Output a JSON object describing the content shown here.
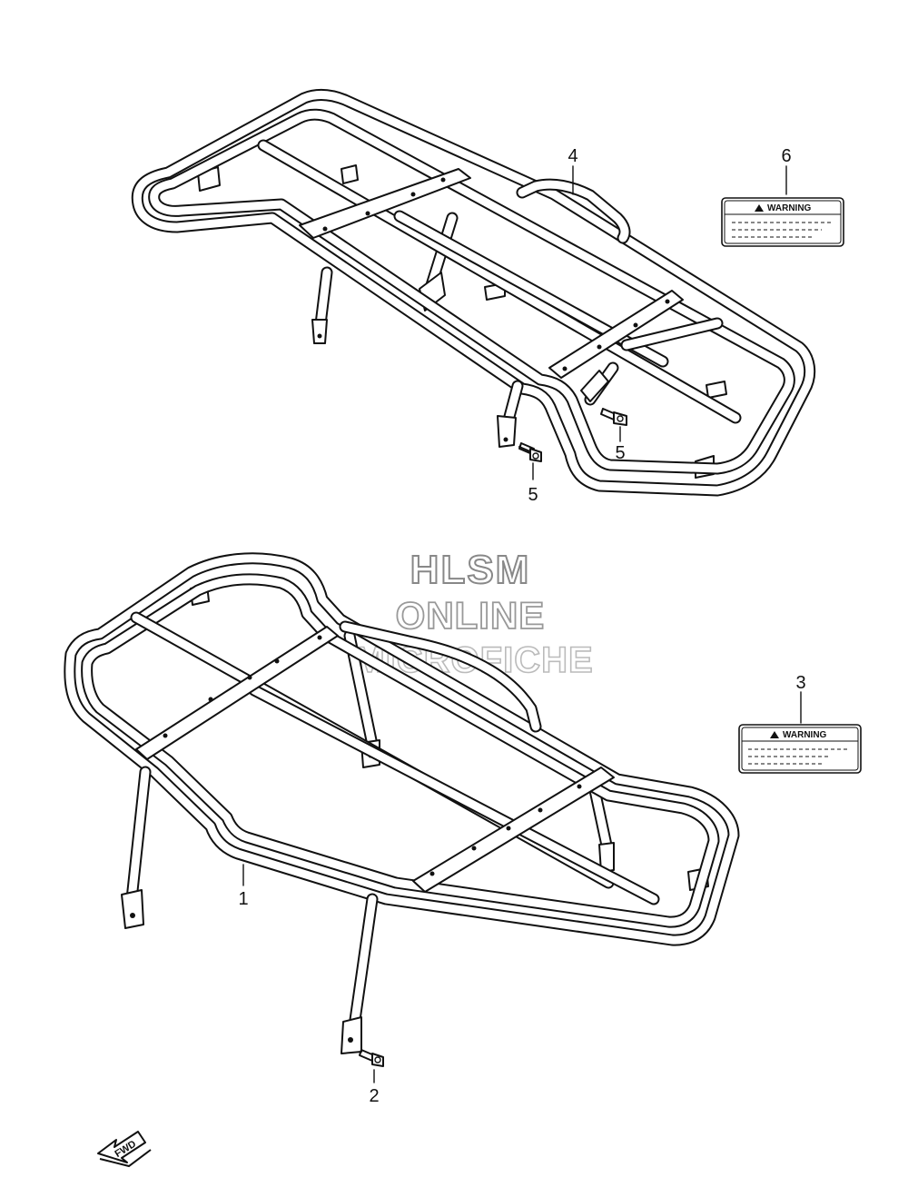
{
  "watermark": {
    "line1": "HLSM",
    "line2": "ONLINE",
    "line3": "MICROFICHE"
  },
  "callouts": {
    "part1": "1",
    "part2": "2",
    "part3": "3",
    "part4": "4",
    "part5a": "5",
    "part5b": "5",
    "part6": "6"
  },
  "labels": {
    "warning_top": "WARNING",
    "warning_bottom": "WARNING"
  },
  "fwd": {
    "text": "FWD"
  }
}
